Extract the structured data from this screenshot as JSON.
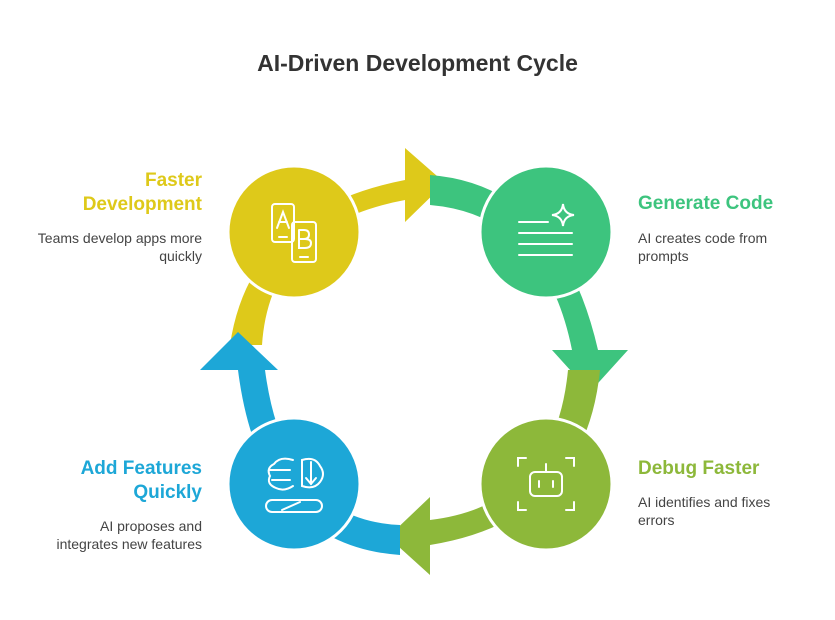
{
  "title": "AI-Driven Development Cycle",
  "colors": {
    "yellow": "#DEC91A",
    "green": "#3DC47E",
    "lime": "#8DB83A",
    "blue": "#1DA7D7"
  },
  "stages": [
    {
      "heading_line1": "Generate Code",
      "heading_line2": "",
      "desc_line1": "AI creates code from",
      "desc_line2": "prompts",
      "icon": "code-document-sparkle-icon"
    },
    {
      "heading_line1": "Debug Faster",
      "heading_line2": "",
      "desc_line1": "AI identifies and fixes",
      "desc_line2": "errors",
      "icon": "robot-face-icon"
    },
    {
      "heading_line1": "Add Features",
      "heading_line2": "Quickly",
      "desc_line1": "AI proposes and",
      "desc_line2": "integrates new features",
      "icon": "brain-toggle-icon"
    },
    {
      "heading_line1": "Faster",
      "heading_line2": "Development",
      "desc_line1": "Teams develop apps more",
      "desc_line2": "quickly",
      "icon": "ab-test-phones-icon"
    }
  ]
}
